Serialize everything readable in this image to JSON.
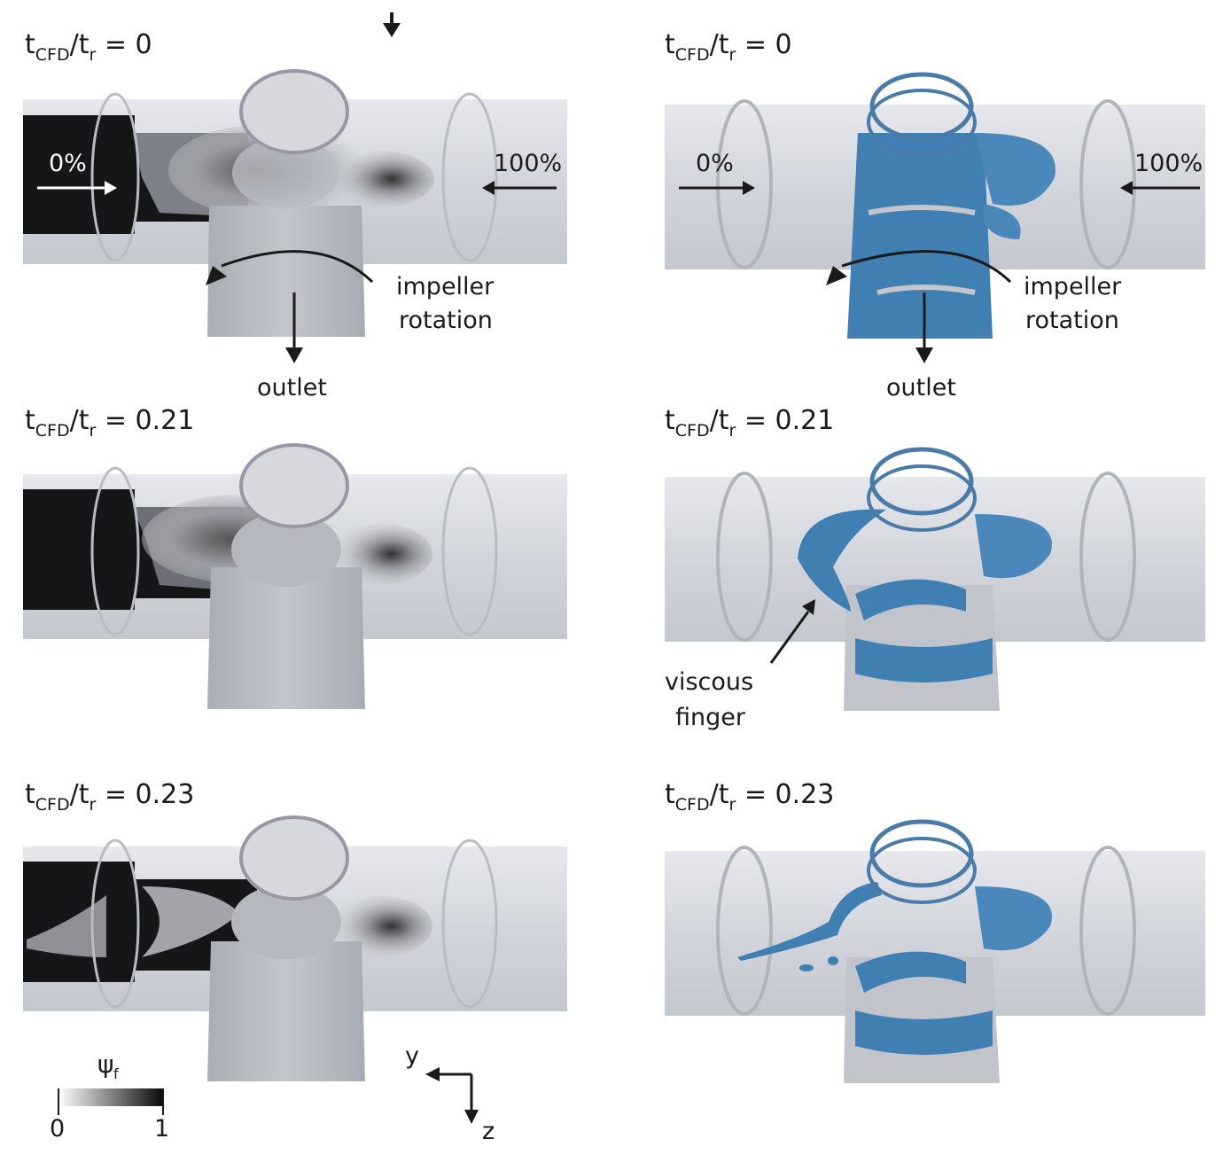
{
  "panels": {
    "left": [
      {
        "time_prefix": "t",
        "time_sub": "CFD",
        "time_sep": "/t",
        "time_sub2": "r",
        "time_value": "= 0"
      },
      {
        "time_prefix": "t",
        "time_sub": "CFD",
        "time_sep": "/t",
        "time_sub2": "r",
        "time_value": "= 0.21"
      },
      {
        "time_prefix": "t",
        "time_sub": "CFD",
        "time_sep": "/t",
        "time_sub2": "r",
        "time_value": "= 0.23"
      }
    ],
    "right": [
      {
        "time_prefix": "t",
        "time_sub": "CFD",
        "time_sep": "/t",
        "time_sub2": "r",
        "time_value": "= 0"
      },
      {
        "time_prefix": "t",
        "time_sub": "CFD",
        "time_sep": "/t",
        "time_sub2": "r",
        "time_value": "= 0.21"
      },
      {
        "time_prefix": "t",
        "time_sub": "CFD",
        "time_sep": "/t",
        "time_sub2": "r",
        "time_value": "= 0.23"
      }
    ]
  },
  "annotations": {
    "inlet_left": "0%",
    "inlet_right": "100%",
    "impeller_line1": "impeller",
    "impeller_line2": "rotation",
    "outlet": "outlet",
    "viscous_line1": "viscous",
    "viscous_line2": "finger"
  },
  "colorbar": {
    "symbol": "ψ",
    "symbol_sub": "f",
    "min": "0",
    "max": "1"
  },
  "axes": {
    "y": "y",
    "z": "z"
  },
  "colors": {
    "isosurface": "#3f7fb2",
    "pipe": "#d5d8de",
    "dark_fluid": "#151618"
  }
}
